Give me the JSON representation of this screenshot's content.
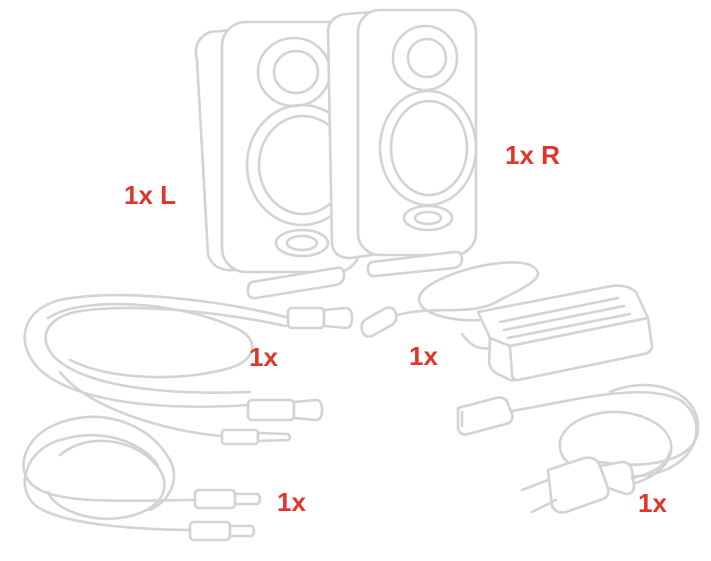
{
  "colors": {
    "label": "#e0352b",
    "line": "#d3d3d3",
    "fill": "#ffffff"
  },
  "labels": {
    "left_speaker": "1x L",
    "right_speaker": "1x R",
    "xlr_cable": "1x",
    "power_supply": "1x",
    "rca_cable": "1x",
    "mains_cable": "1x"
  }
}
